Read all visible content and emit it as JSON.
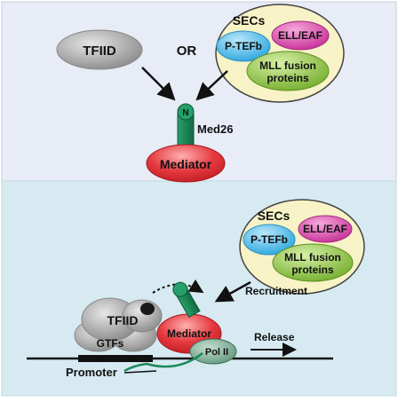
{
  "top_panel": {
    "tfiid": "TFIID",
    "or": "OR",
    "secs_title": "SECs",
    "ptefb": "P-TEFb",
    "ell_eaf": "ELL/EAF",
    "mll_line1": "MLL fusion",
    "mll_line2": "proteins",
    "n_terminus": "N",
    "med26": "Med26",
    "mediator": "Mediator"
  },
  "bottom_panel": {
    "secs_title": "SECs",
    "ptefb": "P-TEFb",
    "ell_eaf": "ELL/EAF",
    "mll_line1": "MLL fusion",
    "mll_line2": "proteins",
    "recruitment": "Recruitment",
    "tfiid": "TFIID",
    "gtfs": "GTFs",
    "mediator": "Mediator",
    "pol2": "Pol II",
    "release": "Release",
    "promoter": "Promoter"
  },
  "colors": {
    "top_bg": "#e8ecf6",
    "bottom_bg": "#d7eaf2",
    "tfiid_gray": "#9a9a9a",
    "secs_fill": "#f7f3c6",
    "ptefb_blue": "#4fb6e6",
    "ell_magenta": "#d63fa6",
    "mll_green": "#8cc13f",
    "med26_green": "#1a8a57",
    "mediator_red": "#e2333a"
  }
}
